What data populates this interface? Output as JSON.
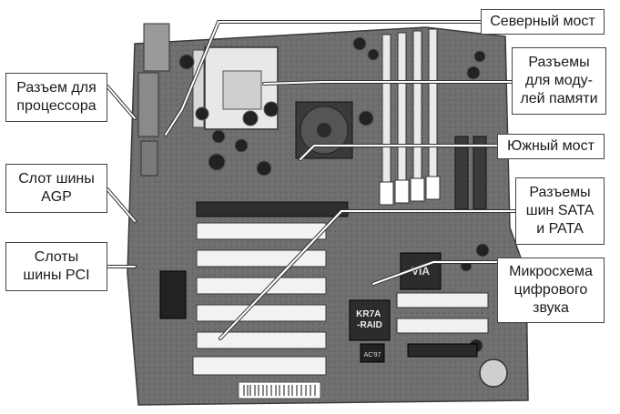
{
  "labels": {
    "north_bridge": "Северный мост",
    "memory_slots": "Разъемы\nдля моду-\nлей памяти",
    "south_bridge": "Южный мост",
    "sata_pata": "Разъемы\nшин SATA\nи PATA",
    "audio_chip": "Микросхема\nцифрового\nзвука",
    "cpu_socket": "Разъем для\nпроцессора",
    "agp_slot": "Слот шины\nAGP",
    "pci_slots": "Слоты\nшины PCI"
  },
  "board_markings": {
    "chipset_logo": "VIA",
    "board_model": "KR7A\n-RAID",
    "codec_marking": "AC'97"
  },
  "colors": {
    "board": "#6f6f6f",
    "slot_white": "#f2f2f2",
    "leader_line": "#ffffff",
    "label_border": "#444444"
  }
}
